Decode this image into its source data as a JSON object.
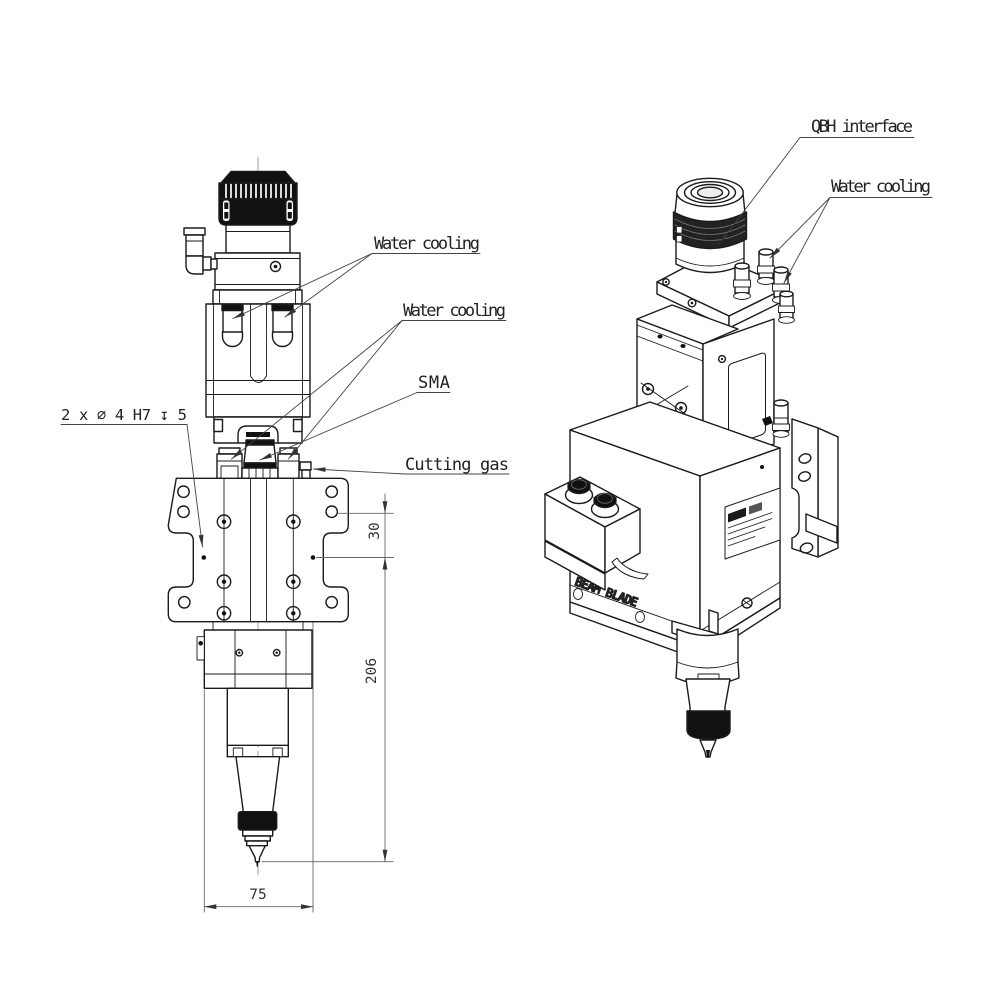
{
  "drawing": {
    "background": "#ffffff",
    "line_color": "#1b1b1b",
    "dim_color": "#666666",
    "dark_fill": "#111111",
    "front_view": {
      "note_holes": "2 x ⌀ 4 H7 ↧ 5",
      "callout_water_cooling_upper": "Water cooling",
      "callout_water_cooling_lower": "Water cooling",
      "callout_sma": "SMA",
      "callout_cutting_gas": "Cutting gas",
      "dim_hole_offset": "30",
      "dim_overall_height": "206",
      "dim_body_width": "75"
    },
    "iso_view": {
      "callout_qbh": "QBH interface",
      "callout_water_cooling": "Water cooling",
      "marking": "BEAM BLADE"
    }
  }
}
